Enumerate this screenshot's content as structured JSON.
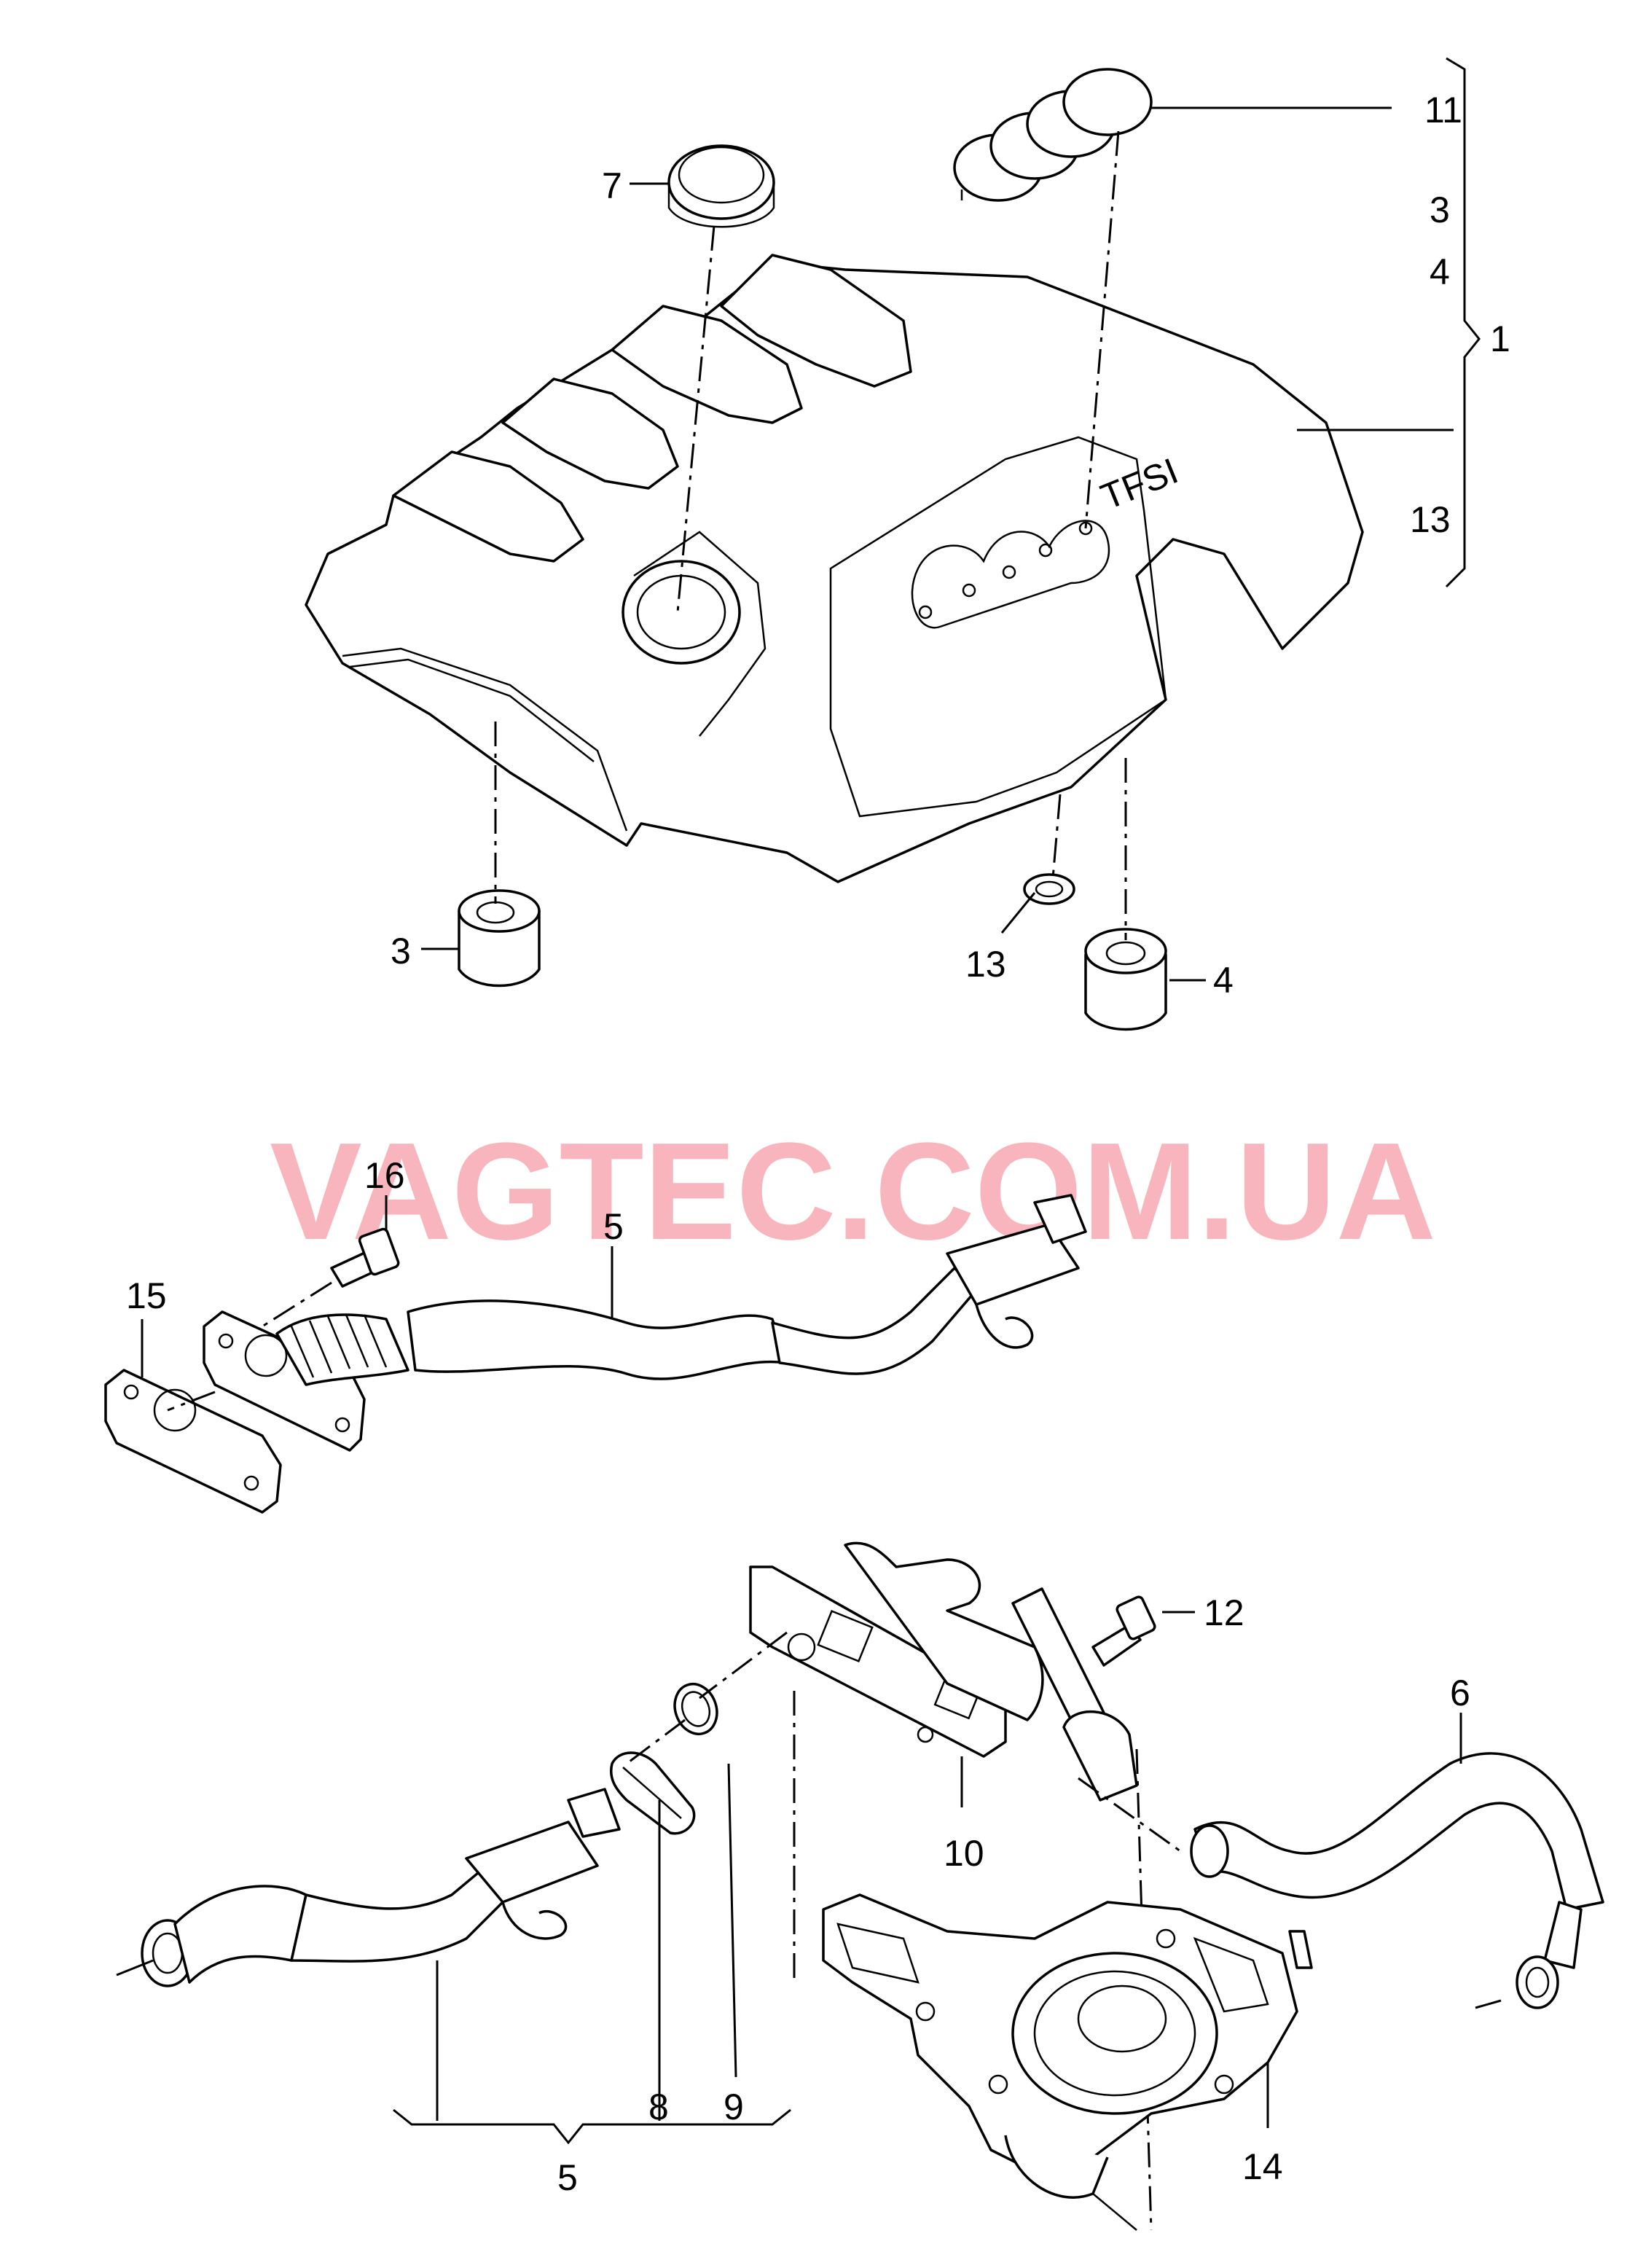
{
  "watermark": "VAGTEC.COM.UA",
  "cover_text": "TFSI",
  "callouts": {
    "c1": "1",
    "c3_top": "3",
    "c4_top": "4",
    "c11": "11",
    "c13_top": "13",
    "c7": "7",
    "c3": "3",
    "c13": "13",
    "c4": "4",
    "c16": "16",
    "c15": "15",
    "c5_pipe": "5",
    "c12": "12",
    "c6": "6",
    "c10": "10",
    "c14": "14",
    "c8": "8",
    "c9": "9",
    "c5": "5"
  }
}
